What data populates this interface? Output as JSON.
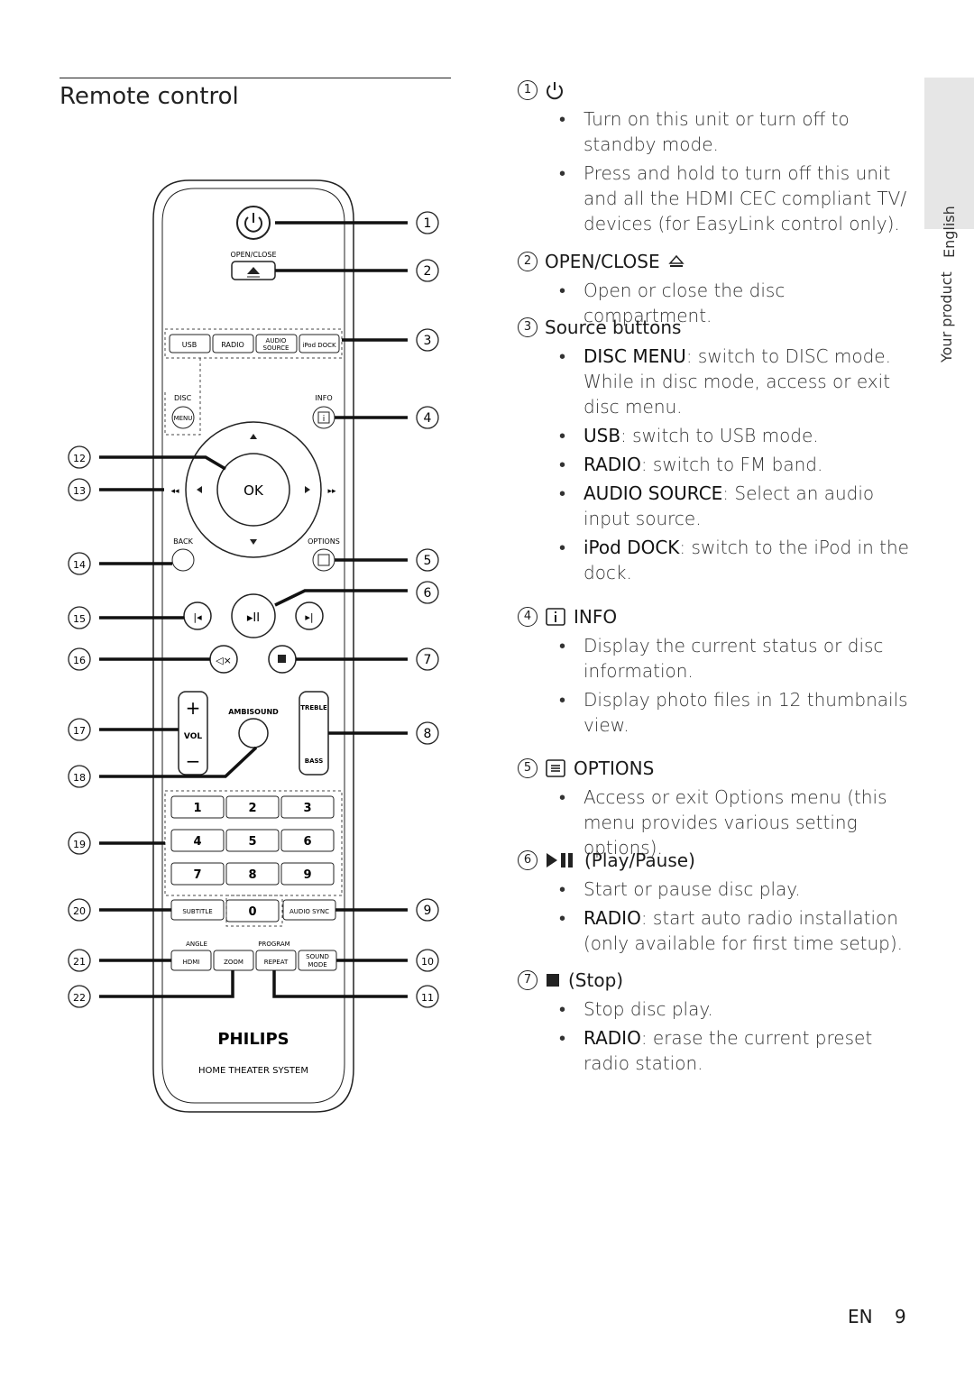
{
  "page": {
    "title": "Remote control",
    "side_tab": "English",
    "side_section": "Your product",
    "footer_lang": "EN",
    "page_number": "9"
  },
  "remote": {
    "brand": "PHILIPS",
    "subtitle": "HOME THEATER SYSTEM",
    "labels": {
      "open_close": "OPEN/CLOSE",
      "usb": "USB",
      "radio": "RADIO",
      "audio_source_1": "AUDIO",
      "audio_source_2": "SOURCE",
      "ipod_dock": "iPod DOCK",
      "disc": "DISC",
      "menu": "MENU",
      "info": "INFO",
      "ok": "OK",
      "back": "BACK",
      "options": "OPTIONS",
      "ambisound": "AMBISOUND",
      "treble": "TREBLE",
      "bass": "BASS",
      "vol": "VOL",
      "subtitle": "SUBTITLE",
      "audio_sync": "AUDIO SYNC",
      "angle": "ANGLE",
      "program": "PROGRAM",
      "hdmi": "HDMI",
      "zoom": "ZOOM",
      "repeat": "REPEAT",
      "sound_mode_1": "SOUND",
      "sound_mode_2": "MODE"
    },
    "keypad": [
      "1",
      "2",
      "3",
      "4",
      "5",
      "6",
      "7",
      "8",
      "9",
      "0"
    ],
    "callouts_right": [
      "1",
      "2",
      "3",
      "4",
      "5",
      "6",
      "7",
      "8",
      "9",
      "10",
      "11"
    ],
    "callouts_left": [
      "12",
      "13",
      "14",
      "15",
      "16",
      "17",
      "18",
      "19",
      "20",
      "21",
      "22"
    ]
  },
  "sections": [
    {
      "num": "1",
      "icon": "power-icon",
      "title": "",
      "bullets": [
        {
          "strong": "",
          "text": "Turn on this unit or turn off to standby mode."
        },
        {
          "strong": "",
          "text": "Press and hold to turn off this unit and all the HDMI CEC compliant TV/ devices (for EasyLink control only)."
        }
      ]
    },
    {
      "num": "2",
      "icon": "eject-icon",
      "title": "OPEN/CLOSE",
      "bullets": [
        {
          "strong": "",
          "text": "Open or close the disc compartment."
        }
      ]
    },
    {
      "num": "3",
      "icon": "",
      "title": "Source buttons",
      "bullets": [
        {
          "strong": "DISC MENU",
          "text": ": switch to DISC mode. While in disc mode, access or exit disc menu."
        },
        {
          "strong": "USB",
          "text": ": switch to USB mode."
        },
        {
          "strong": "RADIO",
          "text": ": switch to FM band."
        },
        {
          "strong": "AUDIO SOURCE",
          "text": ": Select an audio input source."
        },
        {
          "strong": "iPod DOCK",
          "text": ": switch to the iPod in the dock."
        }
      ]
    },
    {
      "num": "4",
      "icon": "info-icon",
      "title": "INFO",
      "bullets": [
        {
          "strong": "",
          "text": "Display the current status or disc information."
        },
        {
          "strong": "",
          "text": "Display photo files in 12 thumbnails view."
        }
      ]
    },
    {
      "num": "5",
      "icon": "options-icon",
      "title": "OPTIONS",
      "bullets": [
        {
          "strong": "",
          "text": "Access or exit Options menu (this menu provides various setting options)."
        }
      ]
    },
    {
      "num": "6",
      "icon": "play-pause-icon",
      "title": "(Play/Pause)",
      "bullets": [
        {
          "strong": "",
          "text": "Start or pause disc play."
        },
        {
          "strong": "RADIO",
          "text": ": start auto radio installation (only available for first time setup)."
        }
      ]
    },
    {
      "num": "7",
      "icon": "stop-icon",
      "title": "(Stop)",
      "bullets": [
        {
          "strong": "",
          "text": "Stop disc play."
        },
        {
          "strong": "RADIO",
          "text": ": erase the current preset radio station."
        }
      ]
    }
  ]
}
